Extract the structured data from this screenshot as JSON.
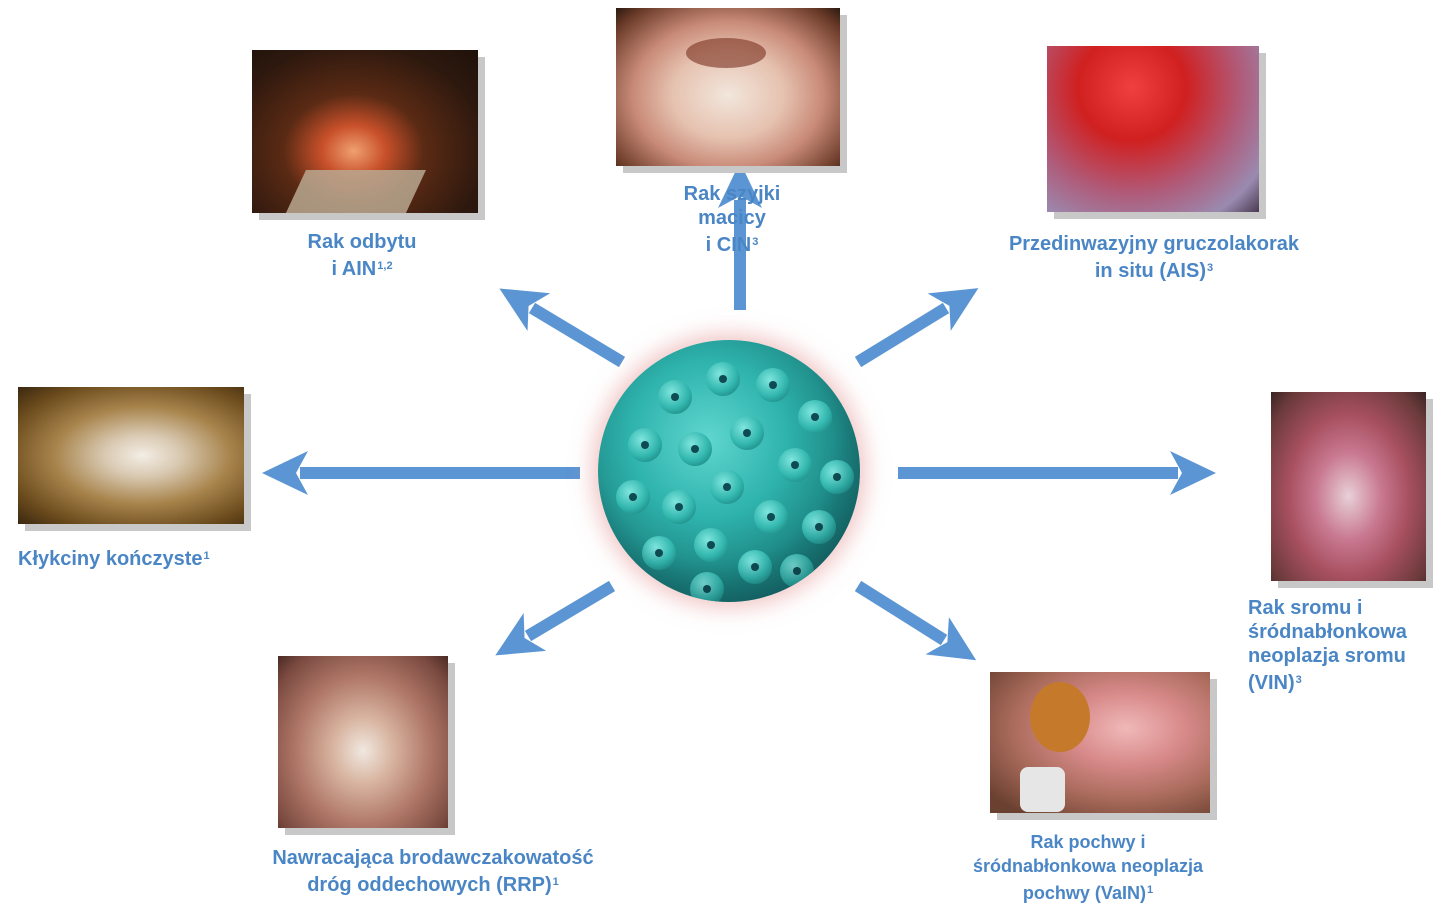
{
  "colors": {
    "label": "#4a86c5",
    "arrow": "#5b95d3"
  },
  "center": {
    "icon": "hpv-virus-icon"
  },
  "nodes": {
    "anal": {
      "l1": "Rak odbytu",
      "l2": "i AIN",
      "sup": "1,2"
    },
    "cervical": {
      "l1": "Rak szyjki",
      "l2": "macicy",
      "l3": "i CIN",
      "sup": "3"
    },
    "ais": {
      "l1": "Przedinwazyjny gruczolakorak",
      "l2": "in situ (AIS)",
      "sup": "3"
    },
    "warts": {
      "l1": "Kłykciny kończyste",
      "sup": "1"
    },
    "vulvar": {
      "l1": "Rak sromu i",
      "l2": "śródnabłonkowa",
      "l3": "neoplazja sromu",
      "l4": "(VIN)",
      "sup": "3"
    },
    "rrp": {
      "l1": "Nawracająca brodawczakowatość",
      "l2": "dróg oddechowych (RRP)",
      "sup": "1"
    },
    "vaginal": {
      "l1": "Rak pochwy i",
      "l2": "śródnabłonkowa neoplazja",
      "l3": "pochwy (VaIN)",
      "sup": "1"
    }
  }
}
